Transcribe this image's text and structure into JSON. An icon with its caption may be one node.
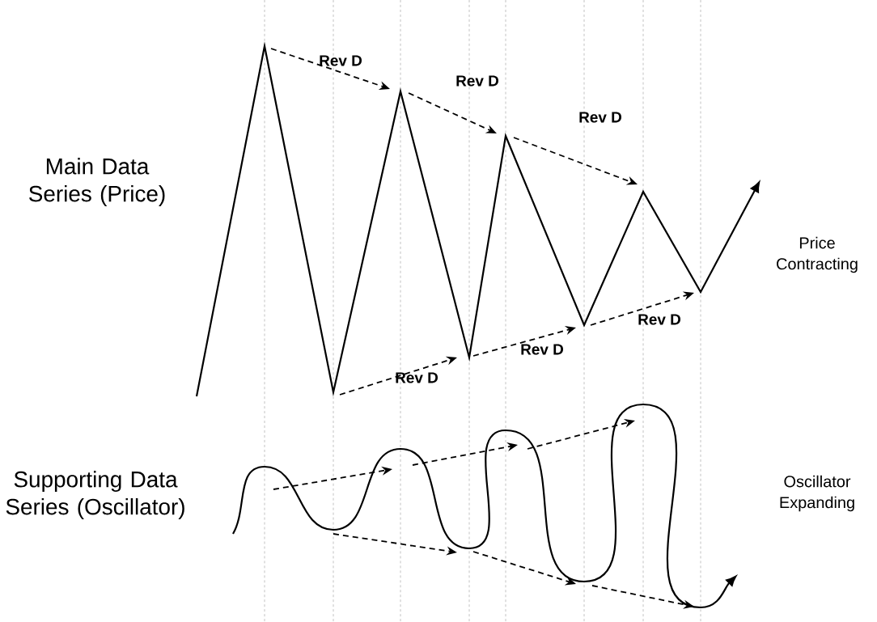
{
  "diagram": {
    "labels": [
      "Rev D",
      "Rev D",
      "Main Data Series (Price)",
      "Rev D",
      "Price Contracting",
      "Rev D",
      "Rev D",
      "Rev D",
      "Supporting Data Series (Oscillator)",
      "Oscillator Expanding"
    ]
  }
}
